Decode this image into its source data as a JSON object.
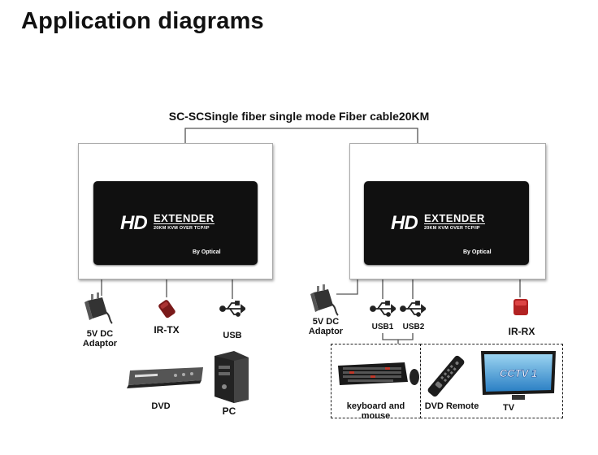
{
  "title": "Application diagrams",
  "fiber_label": "SC-SCSingle fiber single mode Fiber cable20KM",
  "device": {
    "logo": "HD",
    "name": "EXTENDER",
    "subtitle": "20KM KVM OVER TCP/IP",
    "by": "By Optical"
  },
  "transmitter": {
    "power_label": "5V DC\nAdaptor",
    "ir_label": "IR-TX",
    "usb_label": "USB",
    "dvd_label": "DVD",
    "pc_label": "PC"
  },
  "receiver": {
    "power_label": "5V DC\nAdaptor",
    "usb1_label": "USB1",
    "usb2_label": "USB2",
    "ir_label": "IR-RX",
    "keyboard_label": "keyboard and mouse",
    "remote_label": "DVD Remote",
    "tv_label": "TV",
    "tv_screen_text": "CCTV 1"
  }
}
